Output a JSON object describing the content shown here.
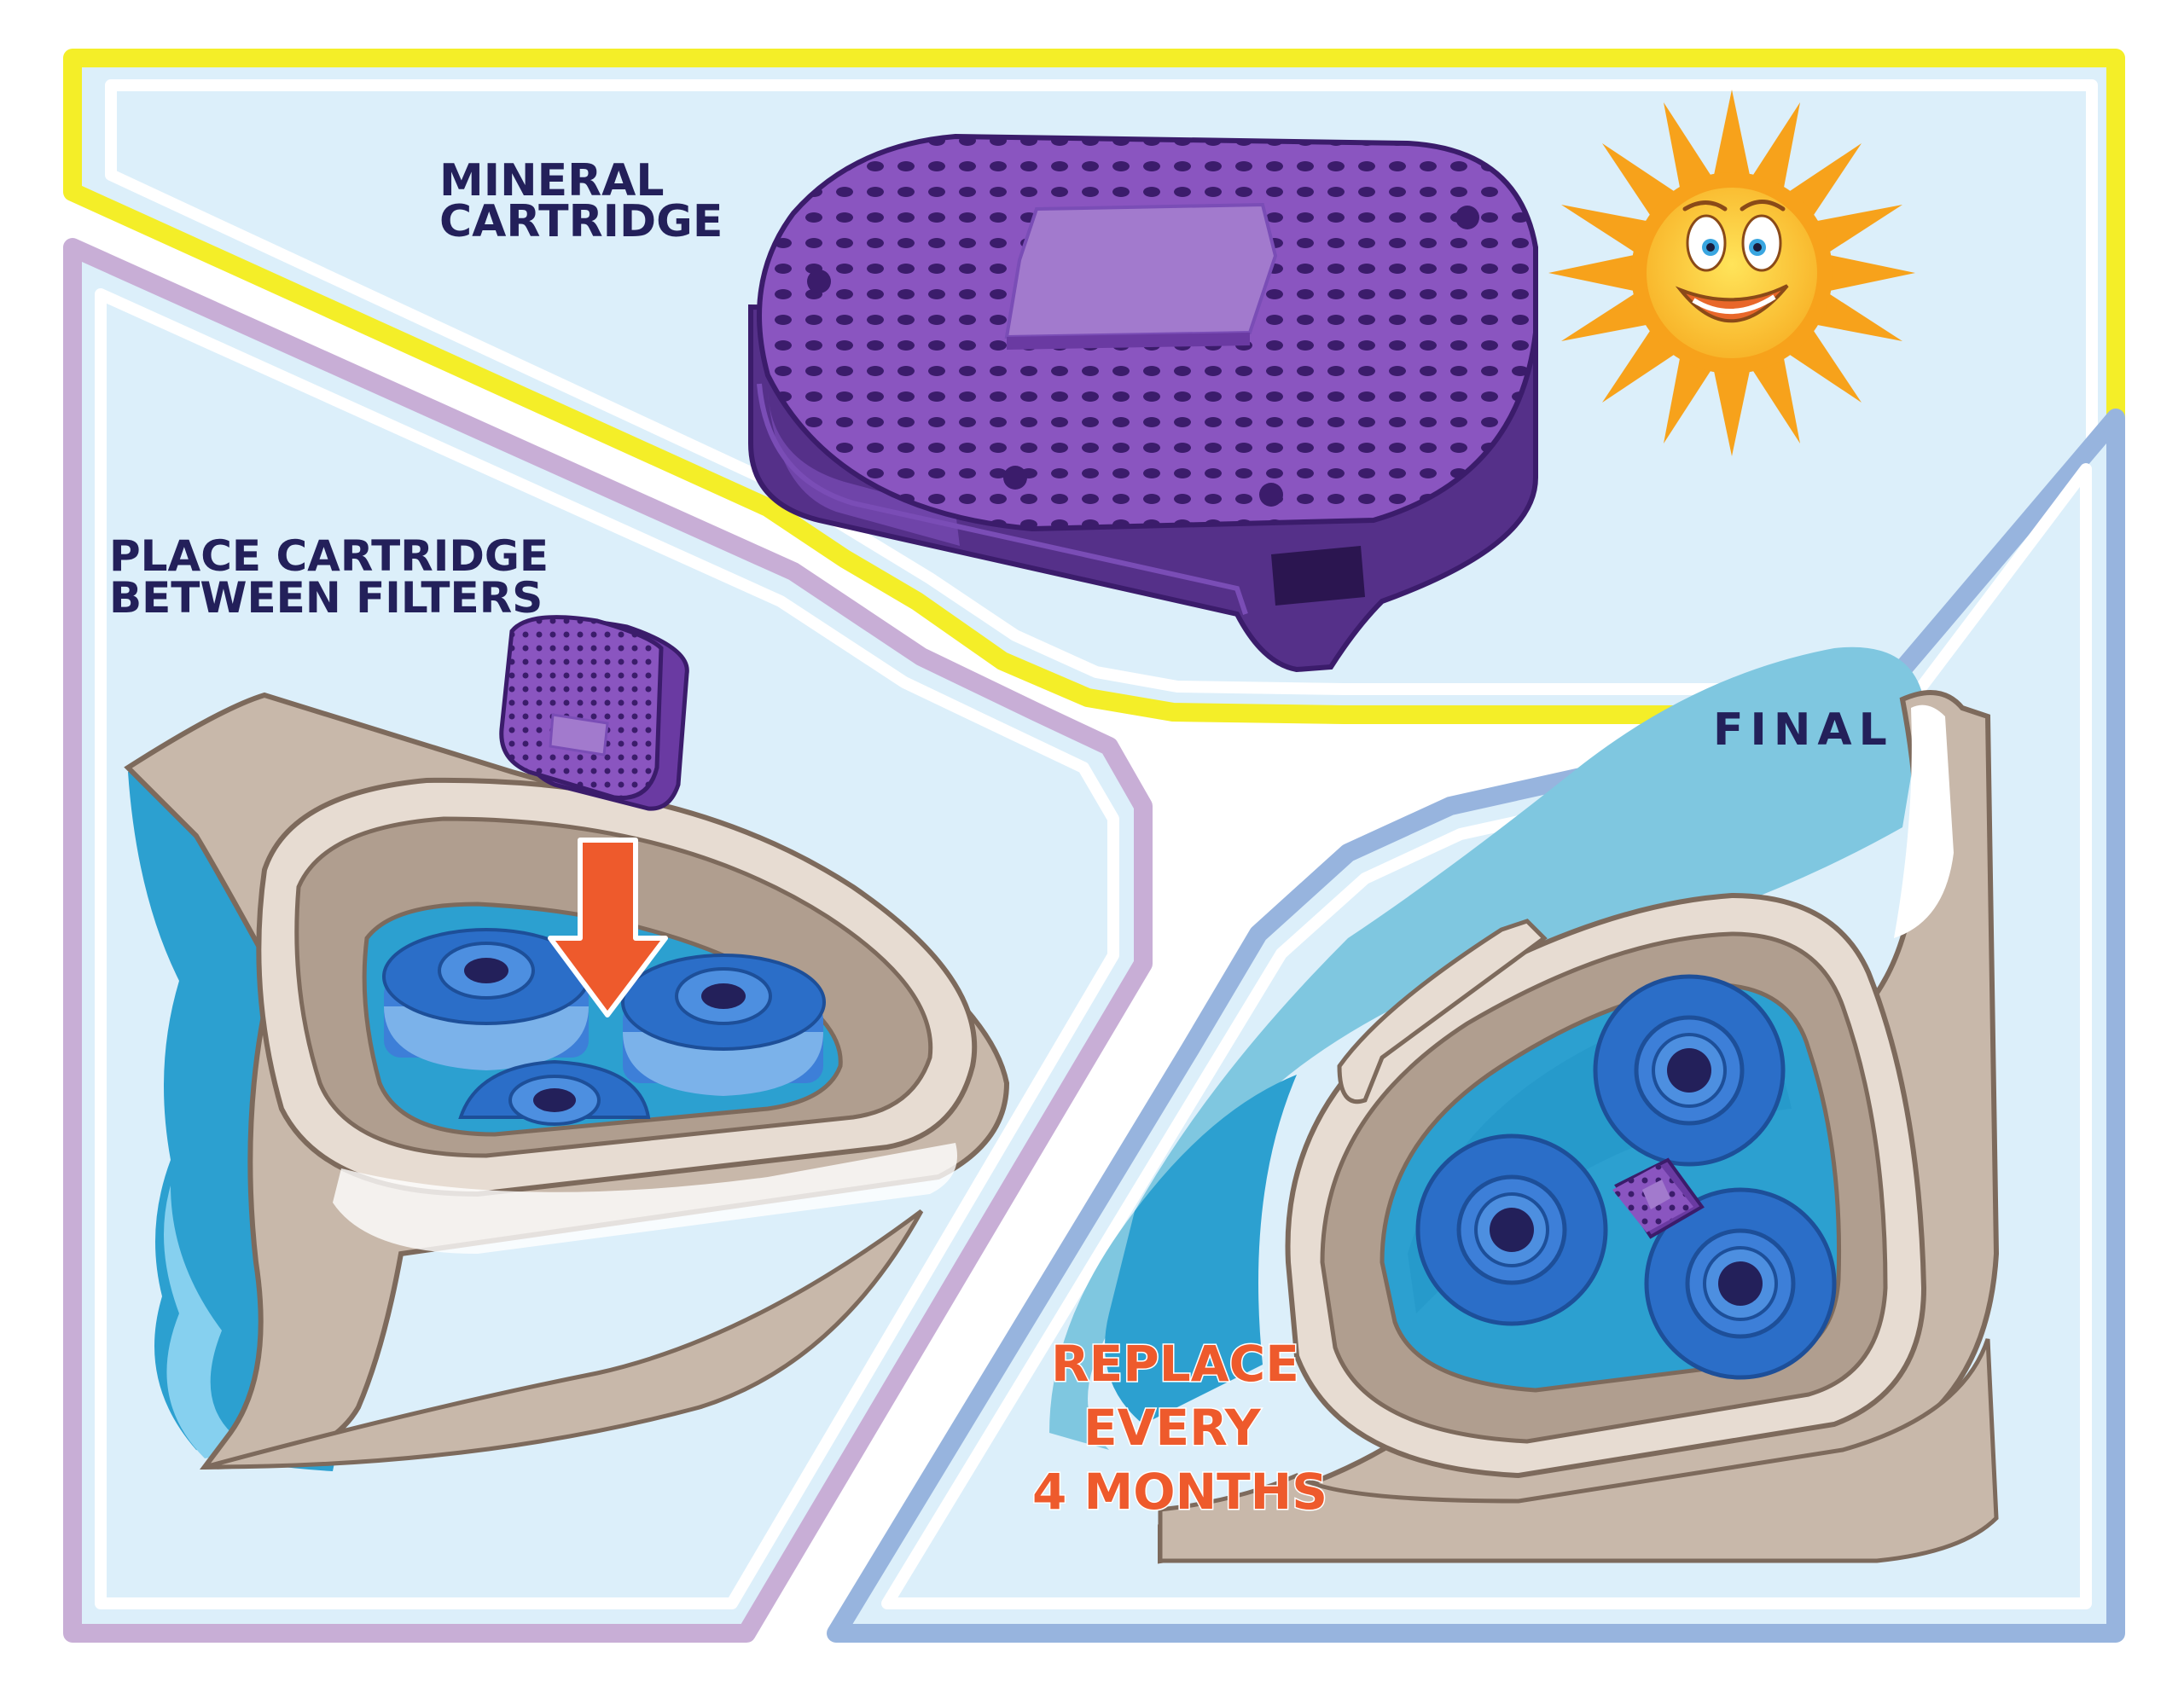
{
  "labels": {
    "mineral_line1": "MINERAL",
    "mineral_line2": "CARTRIDGE",
    "place_line1": "PLACE CARTRIDGE",
    "place_line2": "BETWEEN FILTERS",
    "final": "FINAL",
    "replace_line1": "REPLACE",
    "replace_line2": "EVERY",
    "replace_line3": "4 MONTHS"
  },
  "colors": {
    "panel_bg": "#dceffa",
    "yellow_border": "#f4ee28",
    "lavender_border": "#c8aed6",
    "blue_border": "#97b4de",
    "cartridge_purple": "#6a3aa2",
    "basin_beige": "#c8b8aa",
    "filter_blue": "#2b6ec8",
    "water_blue": "#2ca0d0",
    "arrow_orange": "#ee5a2c",
    "text_navy": "#23205a",
    "sun_yellow": "#fbd12e"
  },
  "icons": [
    "mineral-cartridge-icon",
    "sun-icon",
    "arrow-down-icon",
    "filter-icon",
    "basin-icon"
  ]
}
